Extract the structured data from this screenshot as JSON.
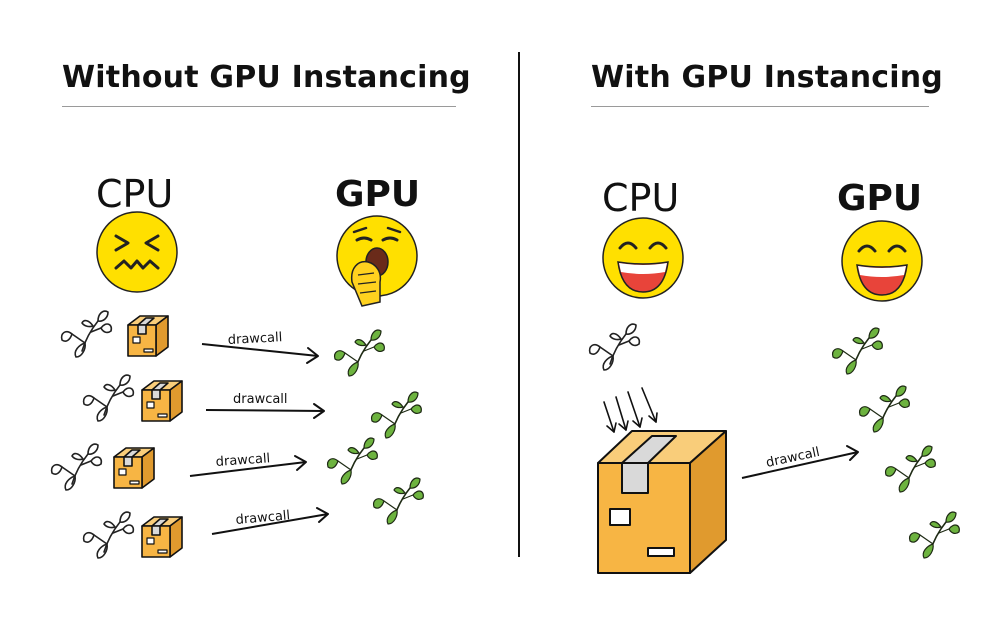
{
  "left_panel": {
    "title": "Without GPU Instancing",
    "cpu_label": "CPU",
    "gpu_label": "GPU",
    "drawcall_labels": [
      "drawcall",
      "drawcall",
      "drawcall",
      "drawcall"
    ]
  },
  "right_panel": {
    "title": "With GPU Instancing",
    "cpu_label": "CPU",
    "gpu_label": "GPU",
    "drawcall_label": "drawcall"
  },
  "colors": {
    "emoji_yellow": "#FFE000",
    "box_orange": "#F7B544",
    "leaf_green": "#6DB33F",
    "mouth_red": "#E8443A"
  }
}
